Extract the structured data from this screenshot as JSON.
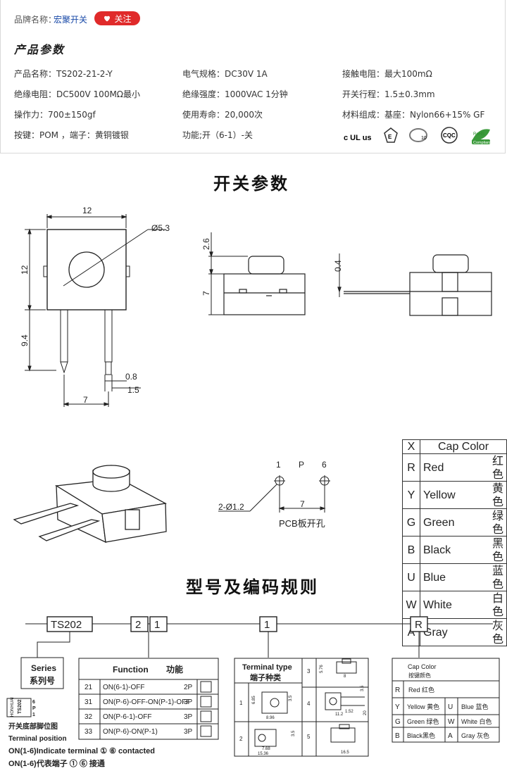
{
  "brand": {
    "label": "品牌名称：",
    "value": "宏聚开关",
    "follow_label": "关注"
  },
  "product_section": {
    "title": "产品参数"
  },
  "params": [
    [
      "产品名称：TS202-21-2-Y",
      "电气规格：DC30V  1A",
      "接触电阻：最大100mΩ"
    ],
    [
      "绝缘电阻：DC500V  100MΩ最小",
      "绝缘强度：1000VAC  1分钟",
      "开关行程：1.5±0.3mm"
    ],
    [
      "操作力：700±150gf",
      "使用寿命：20,000次",
      "材料组成：基座：Nylon66+15% GF"
    ],
    [
      "按键：POM    ，端子：黄铜镀银",
      "功能;开（6-1）-关",
      ""
    ]
  ],
  "certs": {
    "ul": "c UL us",
    "cqc": "CQC",
    "rohs": "RoHS",
    "rohs2": "Compliant",
    "ten": "10"
  },
  "switch_section": {
    "title": "开关参数"
  },
  "dims": {
    "w12": "12",
    "dia": "Ø5.3",
    "h12": "12",
    "h94": "9.4",
    "d08": "0.8",
    "d15": "1.5",
    "d7": "7",
    "h26": "2.6",
    "h7": "7",
    "h04": "0.4",
    "pcb_1": "1",
    "pcb_p": "P",
    "pcb_6": "6",
    "pcb_hole": "2-Ø1.2",
    "pcb_7": "7",
    "pcb_label": "PCB板开孔"
  },
  "cap_colors": {
    "header": {
      "code": "X",
      "name": "Cap Color"
    },
    "rows": [
      {
        "code": "R",
        "en": "Red",
        "cn": "红色"
      },
      {
        "code": "Y",
        "en": "Yellow",
        "cn": "黄色"
      },
      {
        "code": "G",
        "en": "Green",
        "cn": "绿色"
      },
      {
        "code": "B",
        "en": "Black",
        "cn": "黑色"
      },
      {
        "code": "U",
        "en": "Blue",
        "cn": "蓝色"
      },
      {
        "code": "W",
        "en": "White",
        "cn": "白色"
      },
      {
        "code": "A",
        "en": "Gray",
        "cn": "灰色"
      }
    ]
  },
  "model_section": {
    "title": "型号及编码规则"
  },
  "code": {
    "base": "TS202",
    "d1": "2",
    "d2": "1",
    "d3": "1",
    "d4": "R"
  },
  "series": {
    "en": "Series",
    "cn": "系列号"
  },
  "function_table": {
    "header_en": "Function",
    "header_cn": "功能",
    "rows": [
      {
        "no": "21",
        "desc": "ON(6-1)-OFF",
        "p": "2P"
      },
      {
        "no": "31",
        "desc": "ON(P-6)-OFF-ON(P-1)-OFF",
        "p": "3P"
      },
      {
        "no": "32",
        "desc": "ON(P-6-1)-OFF",
        "p": "3P"
      },
      {
        "no": "33",
        "desc": "ON(P-6)-ON(P-1)",
        "p": "3P"
      }
    ]
  },
  "terminal_table": {
    "header_en": "Terminal type",
    "header_cn": "端子种类",
    "nums": [
      "1",
      "2",
      "3",
      "4",
      "5"
    ],
    "dims": [
      "8.96",
      "7.68",
      "15.36",
      "8",
      "11.2",
      "16.5",
      "6.85",
      "3.5",
      "3.5",
      "5.76",
      "3.5",
      "20",
      "1.52"
    ]
  },
  "cap_small_table": {
    "header_en": "Cap Color",
    "header_cn": "按键颜色",
    "rows": [
      [
        {
          "c": "R",
          "n": "Red 红色"
        }
      ],
      [
        {
          "c": "Y",
          "n": "Yellow 黄色"
        },
        {
          "c": "U",
          "n": "Blue 蓝色"
        }
      ],
      [
        {
          "c": "G",
          "n": "Green 绿色"
        },
        {
          "c": "W",
          "n": "White 白色"
        }
      ],
      [
        {
          "c": "B",
          "n": "Black黑色"
        },
        {
          "c": "A",
          "n": "Gray 灰色"
        }
      ]
    ]
  },
  "terminal_pos": {
    "chip_brand": "HONHUAI",
    "chip_model": "TS202",
    "chip_6": "6",
    "chip_p": "P",
    "chip_1": "1",
    "label_cn": "开关底部脚位图",
    "label_en": "Terminal position",
    "note_en": "ON(1-6)Indicate terminal ① ⑥ contacted",
    "note_cn": "ON(1-6)代表端子 ① ⑥ 接通"
  }
}
